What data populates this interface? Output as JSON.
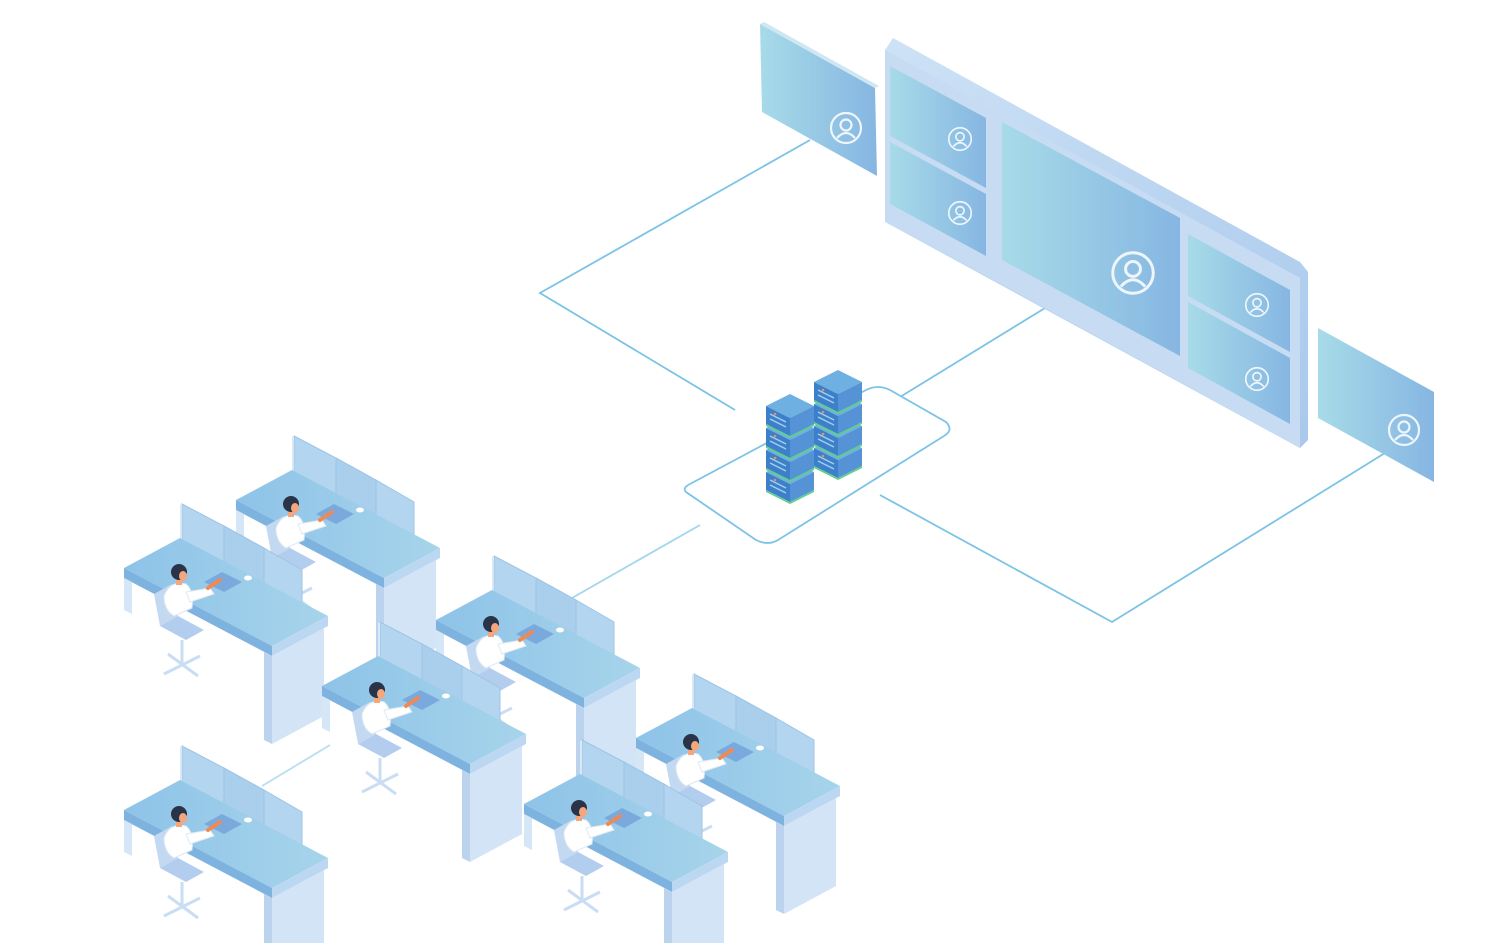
{
  "colors": {
    "line": "#7cc3e6",
    "screen_light": "#a7dbe8",
    "screen_dark": "#86b6e2",
    "wall_frame": "#b8d3f0",
    "desk_top": "#9fcdea",
    "desk_side": "#cfe2f6",
    "monitor": "#b3d5ef",
    "server_top": "#5a9fd8",
    "server_body": "#3d7fc8",
    "server_accent": "#5fcf8a",
    "person_hair": "#2a3448",
    "person_skin": "#f5a67c",
    "person_shirt": "#ffffff",
    "chair": "#c9ddf4"
  },
  "icons": {
    "screen": "user-circle-icon",
    "server": "server-rack-icon",
    "workstation": "operator-workstation-icon"
  },
  "diagram": {
    "nodes": [
      {
        "id": "video-wall",
        "kind": "display"
      },
      {
        "id": "left-screen",
        "kind": "display"
      },
      {
        "id": "right-screen",
        "kind": "display"
      },
      {
        "id": "server-cluster",
        "kind": "server"
      },
      {
        "id": "workstation-group",
        "kind": "workstation"
      }
    ],
    "edges": [
      [
        "left-screen",
        "server-cluster"
      ],
      [
        "video-wall",
        "server-cluster"
      ],
      [
        "right-screen",
        "server-cluster"
      ],
      [
        "server-cluster",
        "workstation-group"
      ]
    ]
  }
}
